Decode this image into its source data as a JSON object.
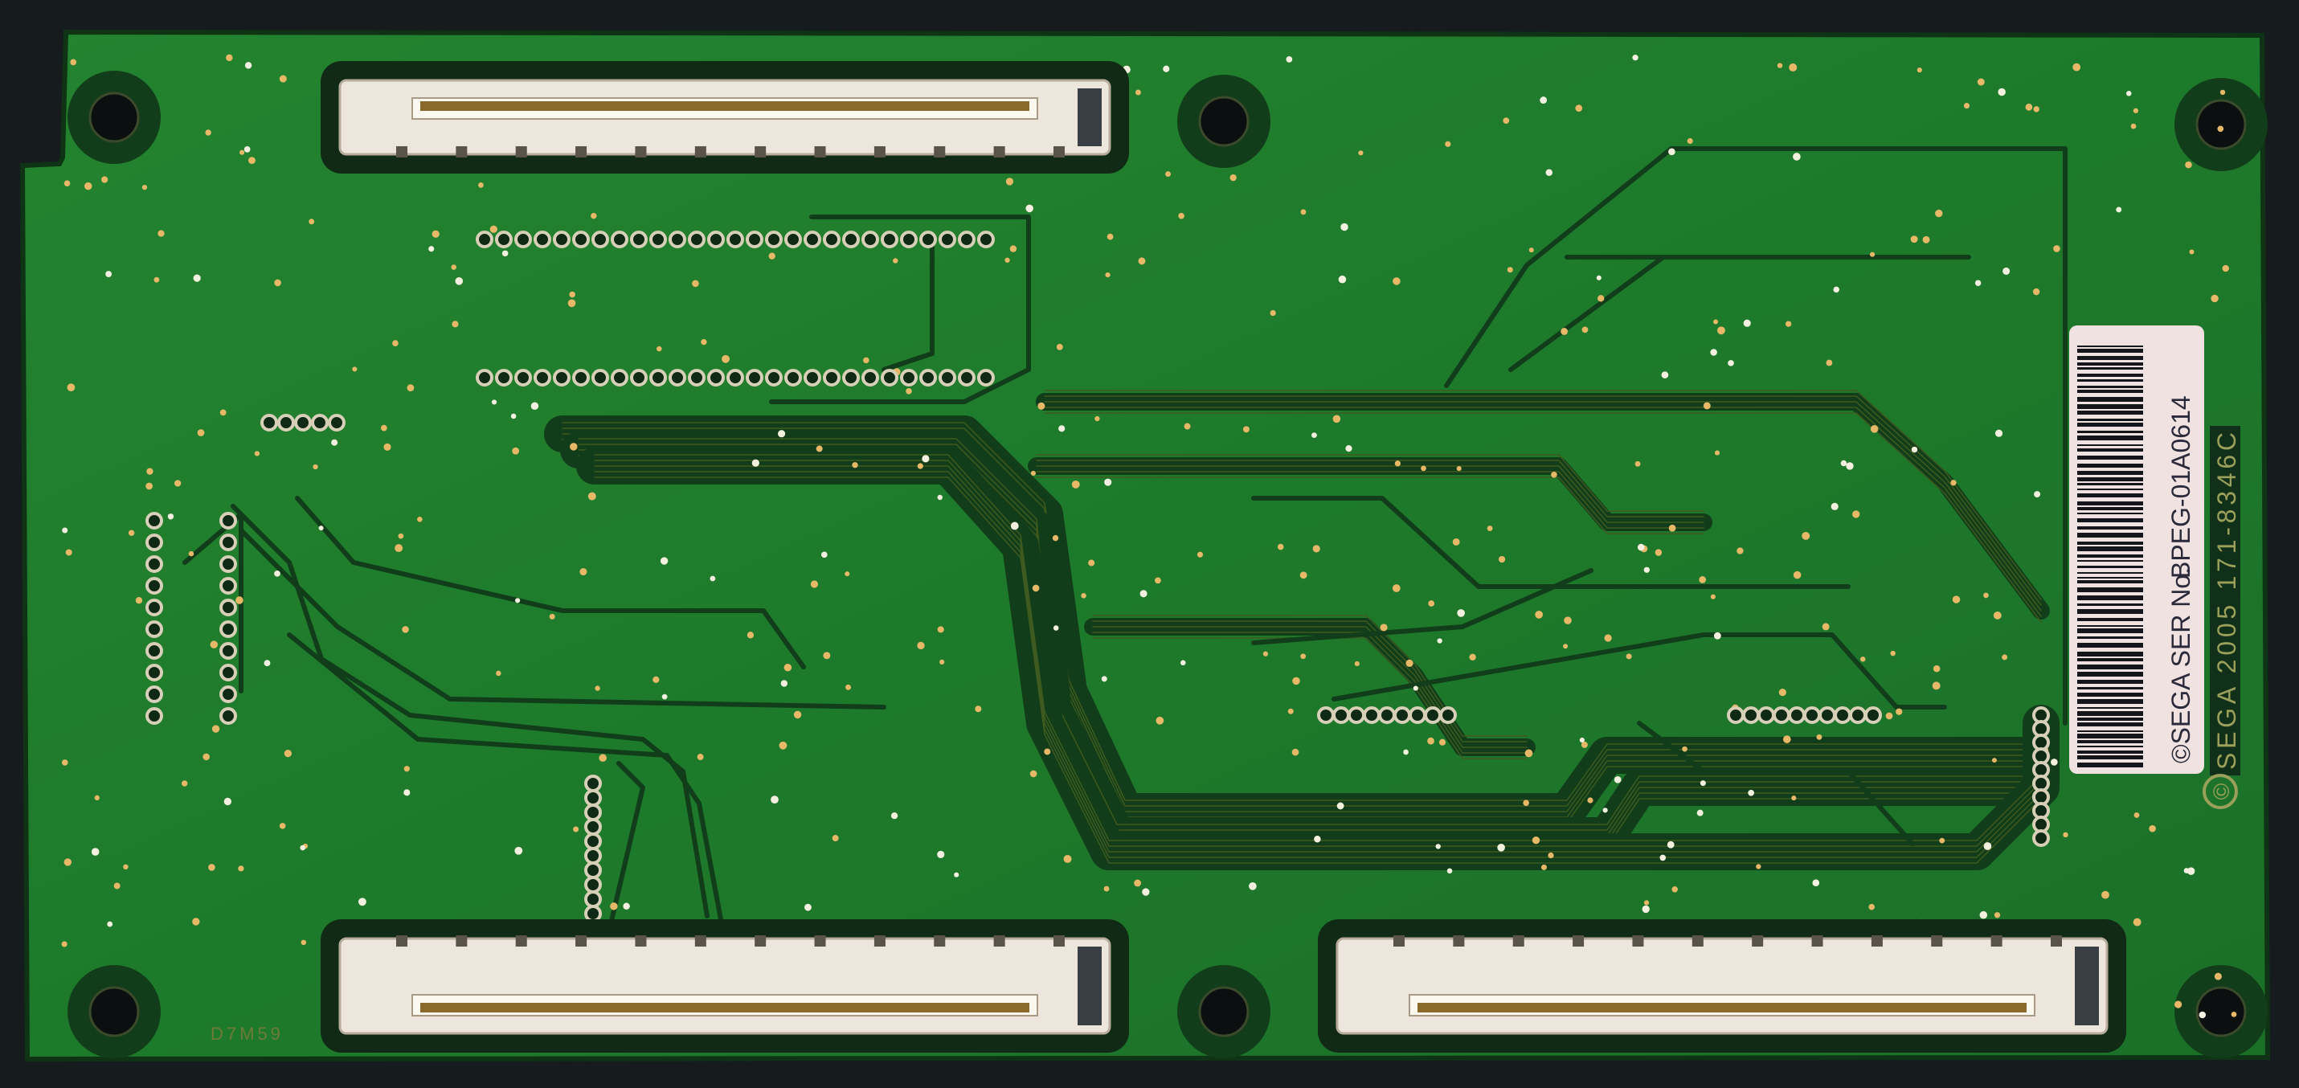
{
  "photo": {
    "subject": "circuit-board-underside",
    "colors": {
      "background": "#161c1e",
      "solder_mask": "#1f7a2c",
      "solder_mask_dark": "#0f3f18",
      "trace": "#123d1a",
      "connector": "#ece6dc",
      "pad": "#d9b27a",
      "label": "#efe2e0"
    }
  },
  "serial_label": {
    "copyright_line": "©SEGA SER No.",
    "serial_number": "BPEG-01A0614"
  },
  "silkscreen": {
    "part_marking": "SEGA 2005 171-8346C",
    "copyright_symbol": "©",
    "corner_code": "D7M59"
  }
}
